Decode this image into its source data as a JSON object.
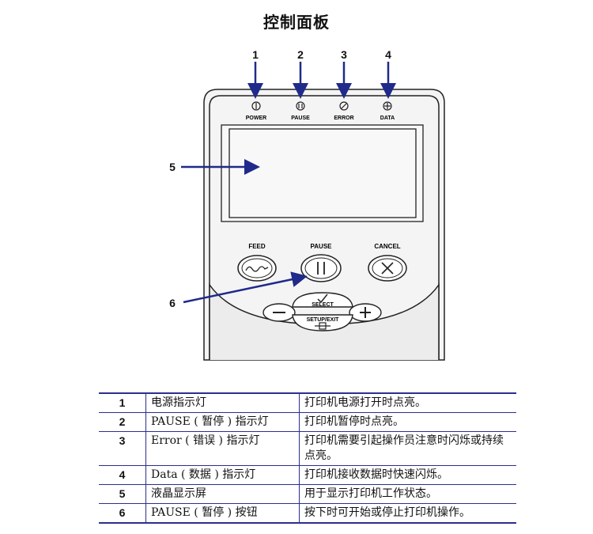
{
  "title": "控制面板",
  "indicators": [
    {
      "num": "1",
      "label": "POWER"
    },
    {
      "num": "2",
      "label": "PAUSE"
    },
    {
      "num": "3",
      "label": "ERROR"
    },
    {
      "num": "4",
      "label": "DATA"
    }
  ],
  "callouts": {
    "display": "5",
    "pause_button": "6"
  },
  "buttons": {
    "feed": "FEED",
    "pause": "PAUSE",
    "cancel": "CANCEL",
    "select": "SELECT",
    "setup_exit": "SETUP/EXIT"
  },
  "legend": [
    {
      "num": "1",
      "name": "电源指示灯",
      "desc": "打印机电源打开时点亮。"
    },
    {
      "num": "2",
      "name": "PAUSE ( 暂停 ) 指示灯",
      "desc": "打印机暂停时点亮。"
    },
    {
      "num": "3",
      "name": "Error ( 错误 ) 指示灯",
      "desc": "打印机需要引起操作员注意时闪烁或持续点亮。"
    },
    {
      "num": "4",
      "name": "Data ( 数据 ) 指示灯",
      "desc": "打印机接收数据时快速闪烁。"
    },
    {
      "num": "5",
      "name": "液晶显示屏",
      "desc": "用于显示打印机工作状态。"
    },
    {
      "num": "6",
      "name": "PAUSE ( 暂停 )  按钮",
      "desc": "按下时可开始或停止打印机操作。"
    }
  ],
  "colors": {
    "arrow": "#1f2a8a",
    "table_rule": "#2b2f8c",
    "panel_line": "#222222"
  }
}
